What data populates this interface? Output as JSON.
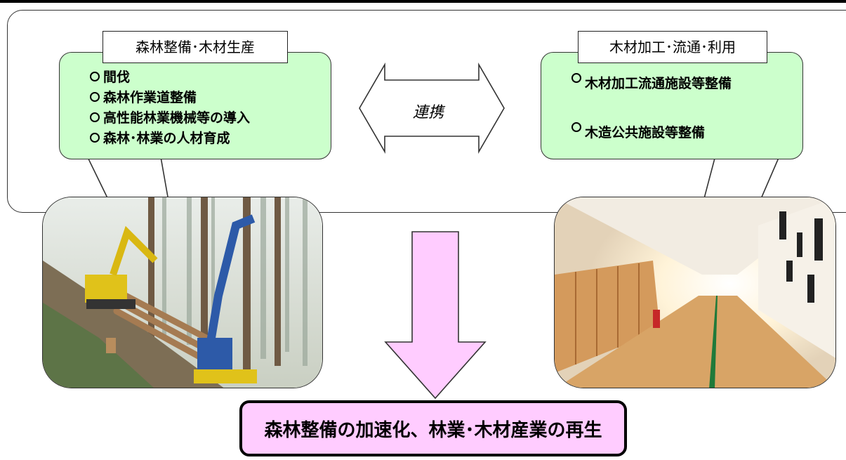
{
  "colors": {
    "measure_box_fill": "#ccffcc",
    "result_box_fill": "#ffccff",
    "down_arrow_fill": "#ffccff",
    "outline": "#333333"
  },
  "left_panel": {
    "tag": "森林整備･木材生産",
    "items": [
      "間伐",
      "森林作業道整備",
      "高性能林業機械等の導入",
      "森林･林業の人材育成"
    ],
    "photo_icon": "forestry-machinery-photo"
  },
  "right_panel": {
    "tag": "木材加工･流通･利用",
    "items": [
      "木材加工流通施設等整備",
      "木造公共施設等整備"
    ],
    "photo_icon": "wooden-school-corridor-photo"
  },
  "link_label": "連携",
  "result": "森林整備の加速化、林業･木材産業の再生"
}
